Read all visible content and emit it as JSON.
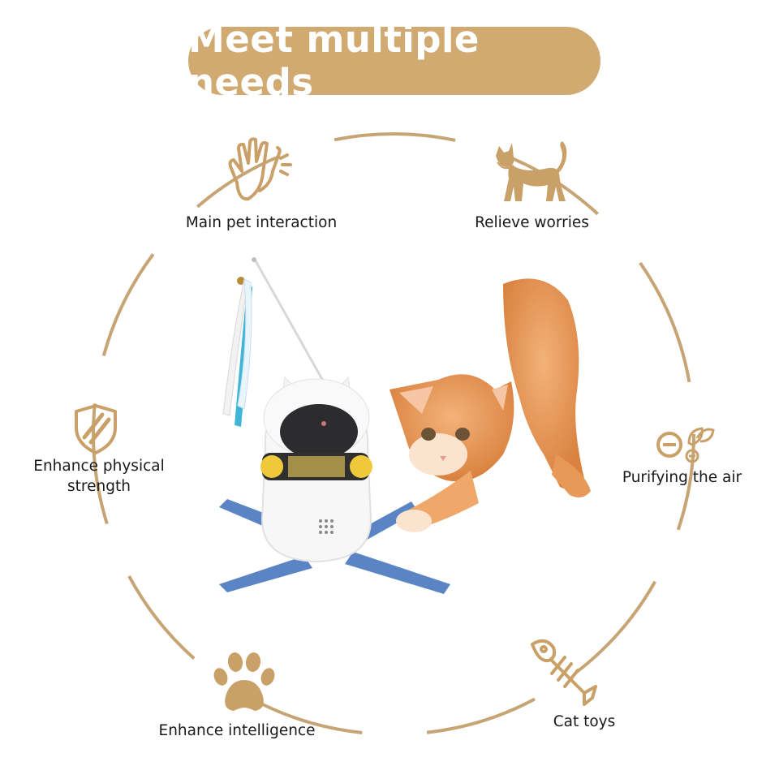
{
  "title": "Meet multiple needs",
  "colors": {
    "accent": "#d1aa72",
    "ring": "#c6a474",
    "icon": "#c9a068"
  },
  "features": [
    {
      "label": "Main pet interaction",
      "icon": "clapping-hands-icon"
    },
    {
      "label": "Relieve worries",
      "icon": "cat-icon"
    },
    {
      "label": "Enhance physical",
      "label2": "strength",
      "icon": "shield-icon"
    },
    {
      "label": "Purifying the air",
      "icon": "purify-leaf-icon"
    },
    {
      "label": "Enhance intelligence",
      "icon": "paw-icon"
    },
    {
      "label": "Cat toys",
      "icon": "fish-bone-icon"
    }
  ]
}
